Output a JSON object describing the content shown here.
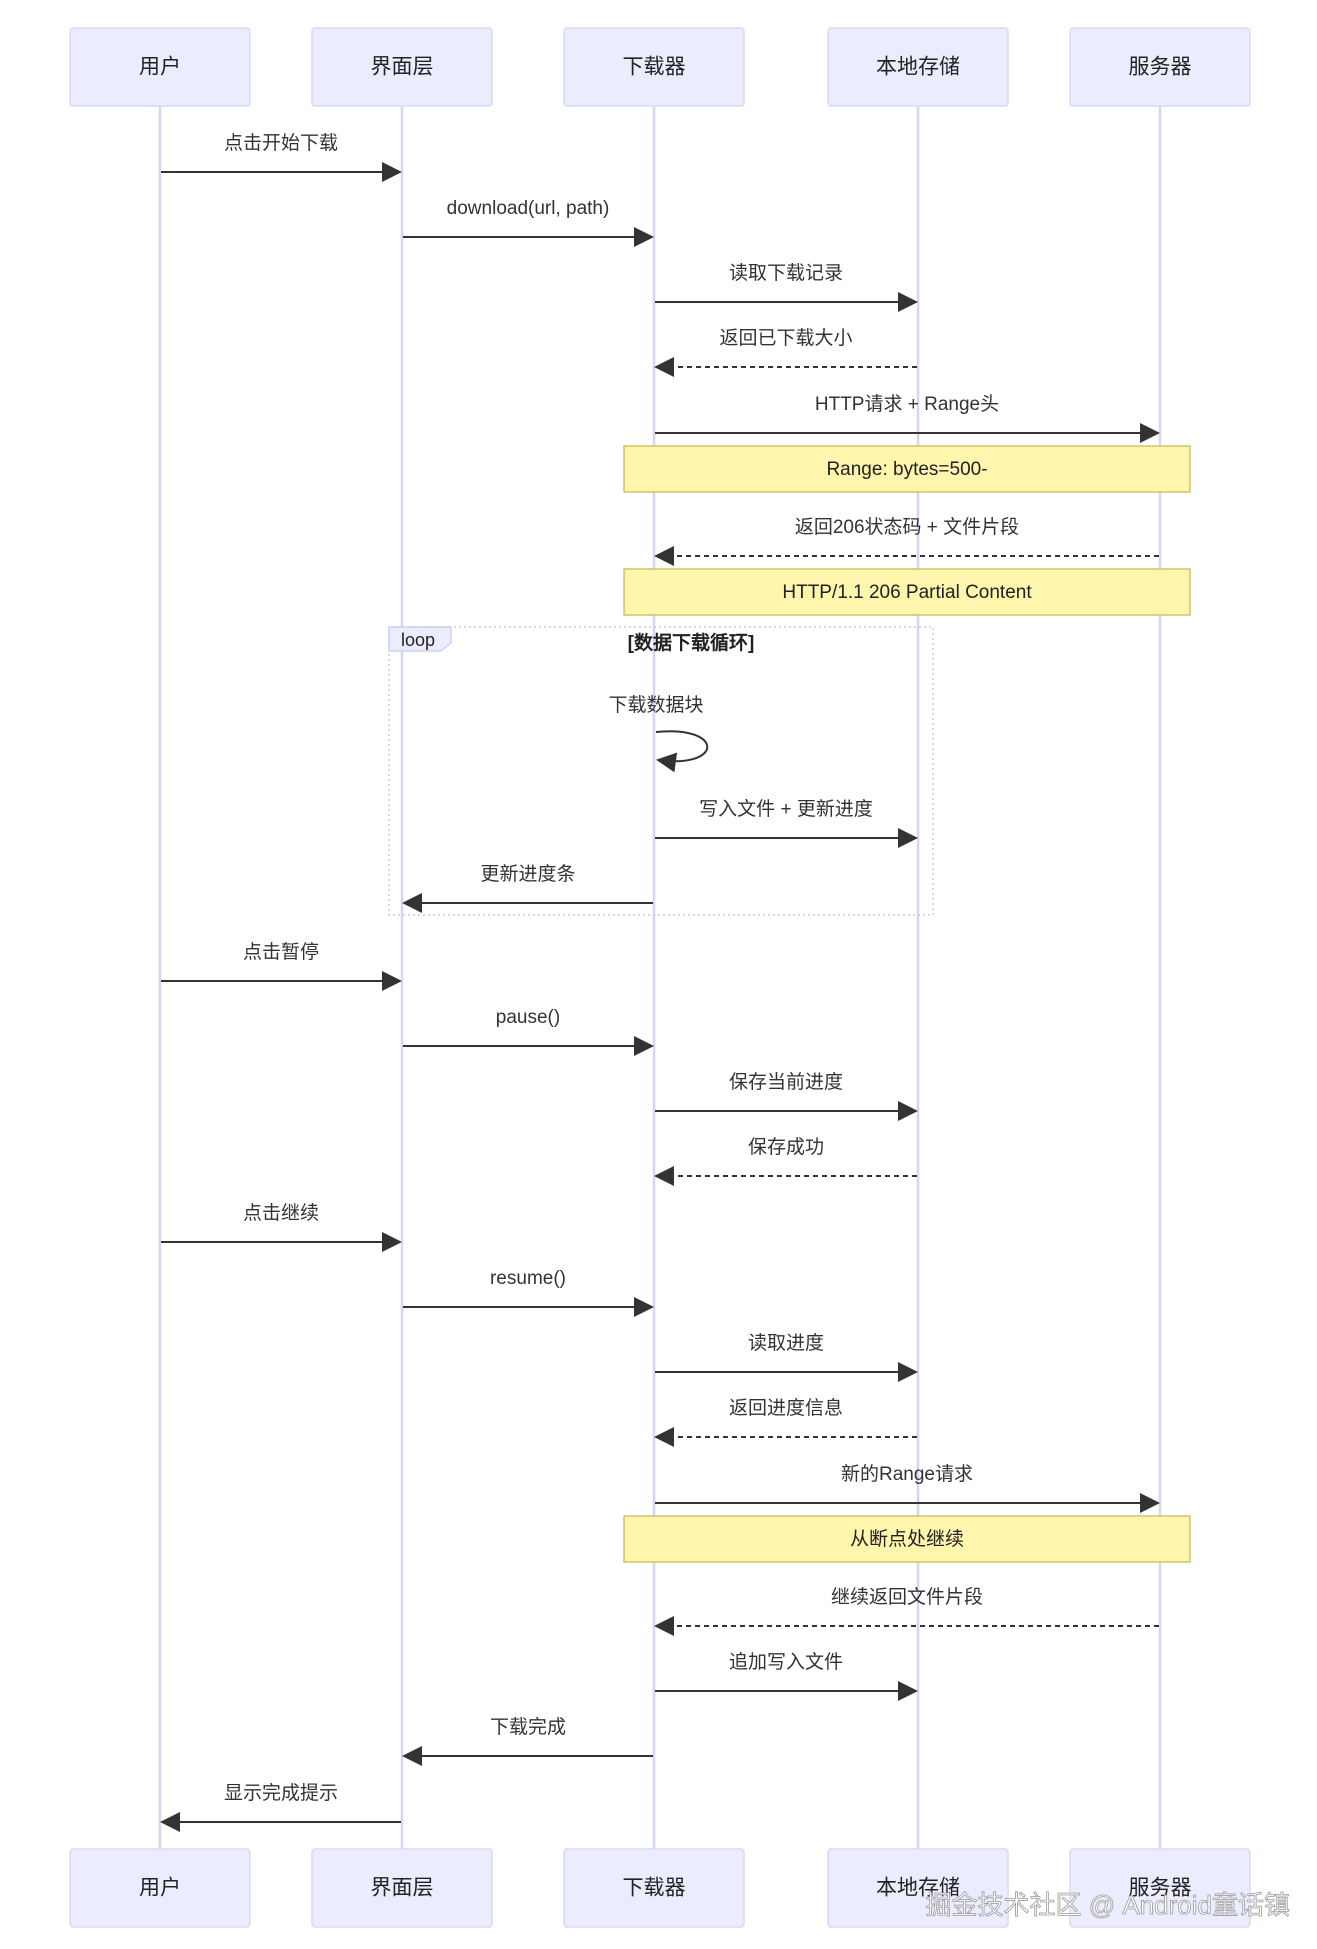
{
  "diagram": {
    "type": "sequence",
    "participants": [
      {
        "id": "user",
        "label": "用户"
      },
      {
        "id": "ui",
        "label": "界面层"
      },
      {
        "id": "downloader",
        "label": "下载器"
      },
      {
        "id": "storage",
        "label": "本地存储"
      },
      {
        "id": "server",
        "label": "服务器"
      }
    ],
    "steps": [
      {
        "kind": "msg",
        "from": "user",
        "to": "ui",
        "label": "点击开始下载",
        "style": "solid"
      },
      {
        "kind": "msg",
        "from": "ui",
        "to": "downloader",
        "label": "download(url, path)",
        "style": "solid"
      },
      {
        "kind": "msg",
        "from": "downloader",
        "to": "storage",
        "label": "读取下载记录",
        "style": "solid"
      },
      {
        "kind": "msg",
        "from": "storage",
        "to": "downloader",
        "label": "返回已下载大小",
        "style": "dashed"
      },
      {
        "kind": "msg",
        "from": "downloader",
        "to": "server",
        "label": "HTTP请求 + Range头",
        "style": "solid"
      },
      {
        "kind": "note",
        "over": [
          "downloader",
          "server"
        ],
        "label": "Range: bytes=500-"
      },
      {
        "kind": "msg",
        "from": "server",
        "to": "downloader",
        "label": "返回206状态码 + 文件片段",
        "style": "dashed"
      },
      {
        "kind": "note",
        "over": [
          "downloader",
          "server"
        ],
        "label": "HTTP/1.1 206 Partial Content"
      },
      {
        "kind": "loop_start",
        "tag": "loop",
        "label": "[数据下载循环]"
      },
      {
        "kind": "msg",
        "from": "downloader",
        "to": "downloader",
        "label": "下载数据块",
        "style": "solid"
      },
      {
        "kind": "msg",
        "from": "downloader",
        "to": "storage",
        "label": "写入文件 + 更新进度",
        "style": "solid"
      },
      {
        "kind": "msg",
        "from": "downloader",
        "to": "ui",
        "label": "更新进度条",
        "style": "solid"
      },
      {
        "kind": "loop_end"
      },
      {
        "kind": "msg",
        "from": "user",
        "to": "ui",
        "label": "点击暂停",
        "style": "solid"
      },
      {
        "kind": "msg",
        "from": "ui",
        "to": "downloader",
        "label": "pause()",
        "style": "solid"
      },
      {
        "kind": "msg",
        "from": "downloader",
        "to": "storage",
        "label": "保存当前进度",
        "style": "solid"
      },
      {
        "kind": "msg",
        "from": "storage",
        "to": "downloader",
        "label": "保存成功",
        "style": "dashed"
      },
      {
        "kind": "msg",
        "from": "user",
        "to": "ui",
        "label": "点击继续",
        "style": "solid"
      },
      {
        "kind": "msg",
        "from": "ui",
        "to": "downloader",
        "label": "resume()",
        "style": "solid"
      },
      {
        "kind": "msg",
        "from": "downloader",
        "to": "storage",
        "label": "读取进度",
        "style": "solid"
      },
      {
        "kind": "msg",
        "from": "storage",
        "to": "downloader",
        "label": "返回进度信息",
        "style": "dashed"
      },
      {
        "kind": "msg",
        "from": "downloader",
        "to": "server",
        "label": "新的Range请求",
        "style": "solid"
      },
      {
        "kind": "note",
        "over": [
          "downloader",
          "server"
        ],
        "label": "从断点处继续"
      },
      {
        "kind": "msg",
        "from": "server",
        "to": "downloader",
        "label": "继续返回文件片段",
        "style": "dashed"
      },
      {
        "kind": "msg",
        "from": "downloader",
        "to": "storage",
        "label": "追加写入文件",
        "style": "solid"
      },
      {
        "kind": "msg",
        "from": "downloader",
        "to": "ui",
        "label": "下载完成",
        "style": "solid"
      },
      {
        "kind": "msg",
        "from": "ui",
        "to": "user",
        "label": "显示完成提示",
        "style": "solid"
      }
    ]
  },
  "watermark": "掘金技术社区 @ Android童话镇",
  "colors": {
    "actor_fill": "#ececff",
    "lifeline": "#d6d6f2",
    "note_fill": "#fff5ad",
    "arrow": "#333333"
  }
}
